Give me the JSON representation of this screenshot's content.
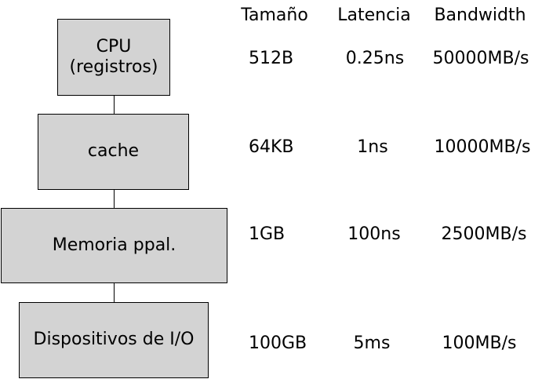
{
  "headers": {
    "size": "Tamaño",
    "latency": "Latencia",
    "bandwidth": "Bandwidth"
  },
  "levels": [
    {
      "label_line1": "CPU",
      "label_line2": "(registros)",
      "size": "512B",
      "latency": "0.25ns",
      "bandwidth": "50000MB/s"
    },
    {
      "label": "cache",
      "size": "64KB",
      "latency": "1ns",
      "bandwidth": "10000MB/s"
    },
    {
      "label": "Memoria ppal.",
      "size": "1GB",
      "latency": "100ns",
      "bandwidth": "2500MB/s"
    },
    {
      "label": "Dispositivos de I/O",
      "size": "100GB",
      "latency": "5ms",
      "bandwidth": "100MB/s"
    }
  ],
  "colors": {
    "box_fill": "#d3d3d3",
    "box_border": "#000000",
    "text": "#000000",
    "background": "#ffffff"
  }
}
